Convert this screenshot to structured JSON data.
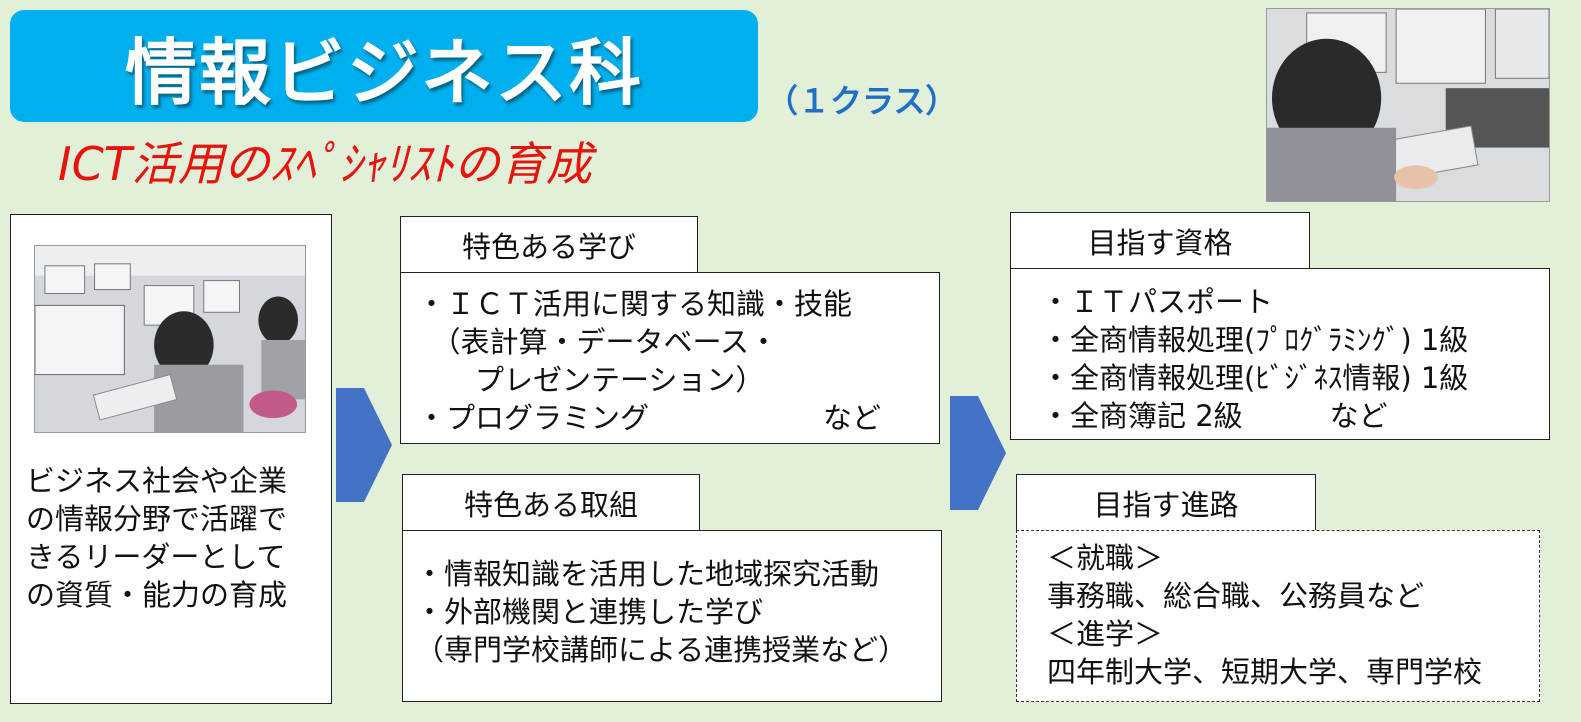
{
  "header": {
    "title": "情報ビジネス科",
    "class_count": "（１クラス）",
    "subtitle": "ICT活用のｽﾍﾟｼｬﾘｽﾄの育成"
  },
  "intro": {
    "description_lines": [
      "ビジネス社会や企業",
      "の情報分野で活躍で",
      "きるリーダーとして",
      "の資質・能力の育成"
    ]
  },
  "learning": {
    "label": "特色ある学び",
    "lines": [
      "・ＩＣＴ活用に関する知識・技能",
      "　（表計算・データベース・",
      "　　プレゼンテーション）",
      "・プログラミング　　　　　　など"
    ]
  },
  "activities": {
    "label": "特色ある取組",
    "lines": [
      "・情報知識を活用した地域探究活動",
      "・外部機関と連携した学び",
      "（専門学校講師による連携授業など）"
    ]
  },
  "qualifications": {
    "label": "目指す資格",
    "lines": [
      "・ＩＴパスポート",
      "・全商情報処理(ﾌﾟﾛｸﾞﾗﾐﾝｸﾞ) 1級",
      "・全商情報処理(ﾋﾞｼﾞﾈｽ情報) 1級",
      "・全商簿記 2級　　　など"
    ]
  },
  "career": {
    "label": "目指す進路",
    "lines": [
      "＜就職＞",
      "事務職、総合職、公務員など",
      "＜進学＞",
      "四年制大学、短期大学、専門学校"
    ]
  },
  "colors": {
    "background": "#e2efd9",
    "title_banner": "#00b0ee",
    "subtitle": "#e8140c",
    "arrow": "#4472c4",
    "class_count": "#1f6fc8"
  }
}
